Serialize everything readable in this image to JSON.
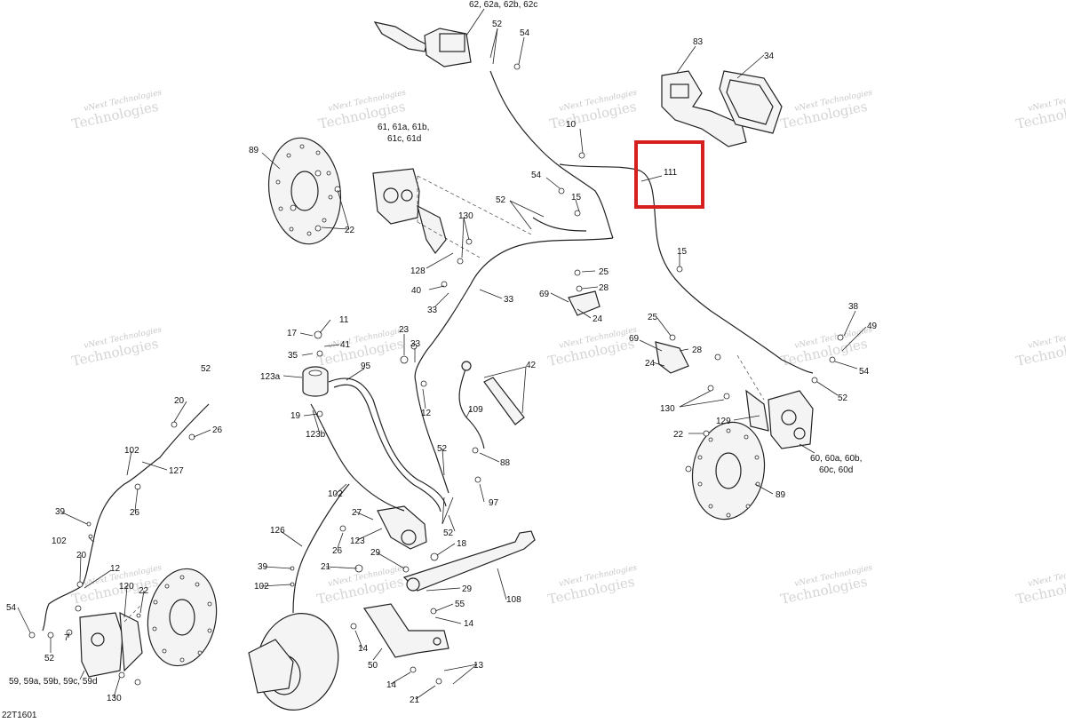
{
  "diagram_code": "22T1601",
  "watermark": [
    "vNext Technologies",
    "Technologies"
  ],
  "highlight_color": "#d62020",
  "highlighted_callout": "111",
  "callouts": [
    "62, 62a, 62b, 62c",
    "52",
    "54",
    "83",
    "34",
    "10",
    "111",
    "89",
    "61, 61a, 61b,",
    "61c, 61d",
    "54",
    "15",
    "52",
    "22",
    "130",
    "15",
    "128",
    "25",
    "40",
    "28",
    "69",
    "24",
    "33",
    "33",
    "11",
    "38",
    "17",
    "41",
    "25",
    "49",
    "35",
    "23",
    "33",
    "69",
    "28",
    "54",
    "123a",
    "95",
    "42",
    "24",
    "52",
    "19",
    "12",
    "109",
    "130",
    "123b",
    "129",
    "52",
    "22",
    "88",
    "60, 60a, 60b,",
    "60c, 60d",
    "52",
    "20",
    "26",
    "102",
    "127",
    "102",
    "89",
    "39",
    "26",
    "27",
    "97",
    "102",
    "123",
    "52",
    "126",
    "26",
    "18",
    "20",
    "12",
    "29",
    "39",
    "21",
    "29",
    "102",
    "120",
    "22",
    "55",
    "108",
    "54",
    "14",
    "7",
    "52",
    "14",
    "50",
    "59, 59a, 59b, 59c, 59d",
    "13",
    "14",
    "130",
    "21"
  ]
}
